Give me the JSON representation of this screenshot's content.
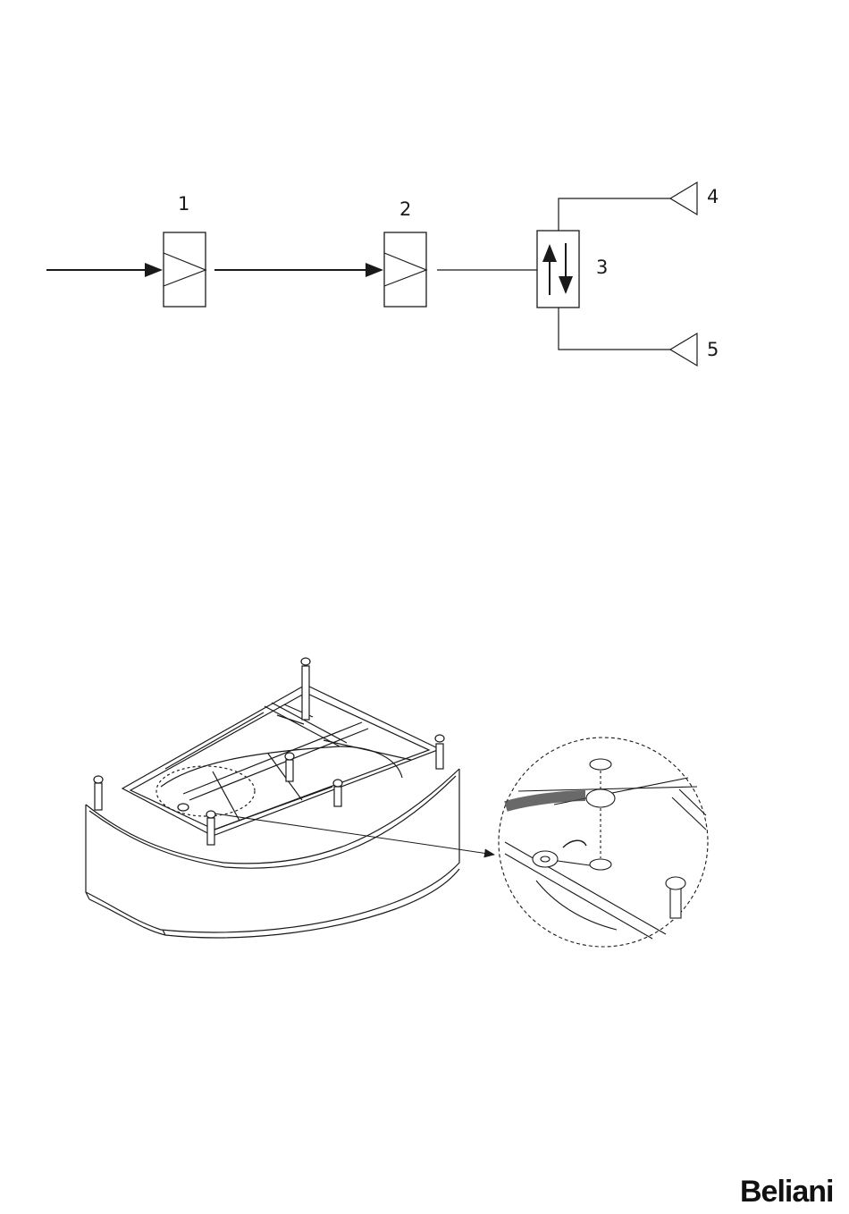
{
  "schematic": {
    "labels": [
      "1",
      "2",
      "3",
      "4",
      "5"
    ]
  },
  "brand": {
    "logo_text": "Beliani"
  },
  "colors": {
    "line": "#1a1a1a",
    "background": "#ffffff"
  }
}
